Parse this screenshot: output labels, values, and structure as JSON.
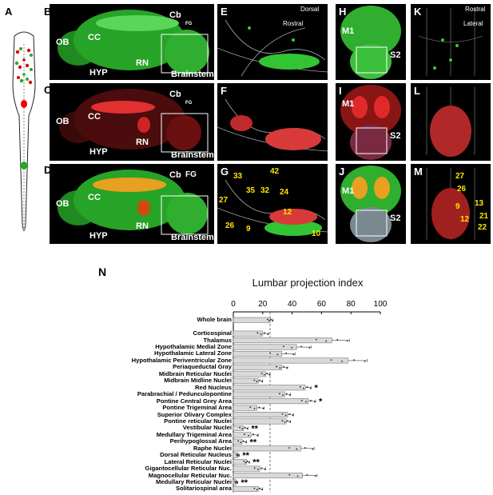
{
  "panel_letters": [
    "A",
    "B",
    "C",
    "D",
    "E",
    "F",
    "G",
    "H",
    "I",
    "J",
    "K",
    "L",
    "M",
    "N"
  ],
  "brain_panels": {
    "B": {
      "ob": "OB",
      "cc": "CC",
      "hyp": "HYP",
      "rn": "RN",
      "cb": "Cb",
      "fg": "FG",
      "box": "Brainstem"
    },
    "C": {
      "ob": "OB",
      "cc": "CC",
      "hyp": "HYP",
      "rn": "RN",
      "cb": "Cb",
      "fg": "FG",
      "box": "Brainstem"
    },
    "D": {
      "ob": "OB",
      "cc": "CC",
      "hyp": "HYP",
      "rn": "RN",
      "cb": "Cb",
      "fg": "FG",
      "box": "Brainstem"
    }
  },
  "section_panels": {
    "E": {
      "dorsal": "Dorsal",
      "rostral": "Rostral"
    },
    "G_numbers": [
      "33",
      "42",
      "35",
      "32",
      "24",
      "27",
      "12",
      "26",
      "9",
      "10"
    ]
  },
  "dorsal_panels": {
    "H": {
      "m1": "M1",
      "s2": "S2"
    },
    "I": {
      "m1": "M1",
      "s2": "S2"
    },
    "J": {
      "m1": "M1",
      "s2": "S2"
    }
  },
  "horizontal_panels": {
    "K": {
      "rostral": "Rostral",
      "lateral": "Lateral"
    },
    "M_numbers": [
      "27",
      "26",
      "9",
      "13",
      "12",
      "21",
      "22"
    ]
  },
  "chart_data": {
    "type": "bar",
    "orientation": "horizontal",
    "title": "Lumbar projection index",
    "xlim": [
      0,
      100
    ],
    "xticks": [
      "0",
      "20",
      "40",
      "60",
      "80",
      "100"
    ],
    "reference_line": 25,
    "categories": [
      "Whole brain",
      "",
      "Corticospinal",
      "Thalamus",
      "Hypothalamic Medial Zone",
      "Hypothalamic Lateral Zone",
      "Hypothalamic Periventricular Zone",
      "Periaqueductal Gray",
      "Midbrain Reticular Nuclei",
      "Midbrain Midline Nuclei",
      "Red Nucleus",
      "Parabrachial / Pedunculopontine",
      "Pontine Central Grey Area",
      "Pontine Trigeminal Area",
      "Superior Olivary Complex",
      "Pontine reticular Nuclei",
      "Vestibular Nuclei",
      "Medullary Trigeminal Area",
      "Perihypoglossal Area",
      "Raphe Nuclei",
      "Dorsal Reticular Nucleus",
      "Lateral Reticular Nuclei",
      "Gigantocellular Reticular Nuc.",
      "Magnocellular Reticular Nuc.",
      "Medullary Reticular Nuclei",
      "Solitariospinal area"
    ],
    "values": [
      25,
      null,
      20,
      67,
      43,
      33,
      78,
      33,
      22,
      17,
      49,
      35,
      51,
      16,
      37,
      36,
      7,
      12,
      6,
      46,
      3,
      9,
      18,
      47,
      2,
      17
    ],
    "errors": [
      2,
      null,
      4,
      12,
      10,
      9,
      13,
      4,
      3,
      3,
      4,
      4,
      5,
      5,
      4,
      3,
      3,
      5,
      3,
      9,
      1,
      2,
      4,
      10,
      1,
      3
    ],
    "significance": [
      "",
      "",
      "",
      "",
      "",
      "",
      "",
      "",
      "",
      "",
      "*",
      "",
      "*",
      "",
      "",
      "",
      "**",
      "",
      "**",
      "",
      "**",
      "**",
      "",
      "",
      "**",
      ""
    ]
  }
}
